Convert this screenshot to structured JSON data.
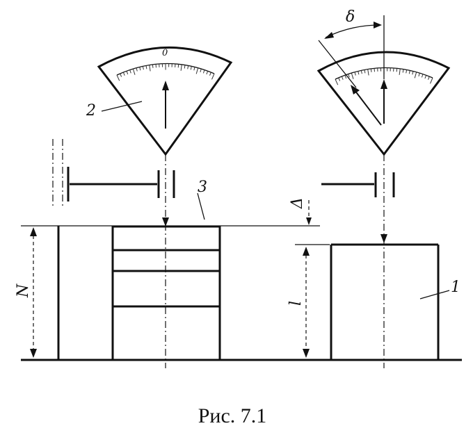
{
  "labels": {
    "part_1": "1",
    "part_2": "2",
    "part_3": "3",
    "dim_n": "N",
    "dim_l": "l",
    "delta_upper": "Δ",
    "delta_lower": "δ",
    "dial_zero": "0"
  },
  "caption": "Рис. 7.1"
}
